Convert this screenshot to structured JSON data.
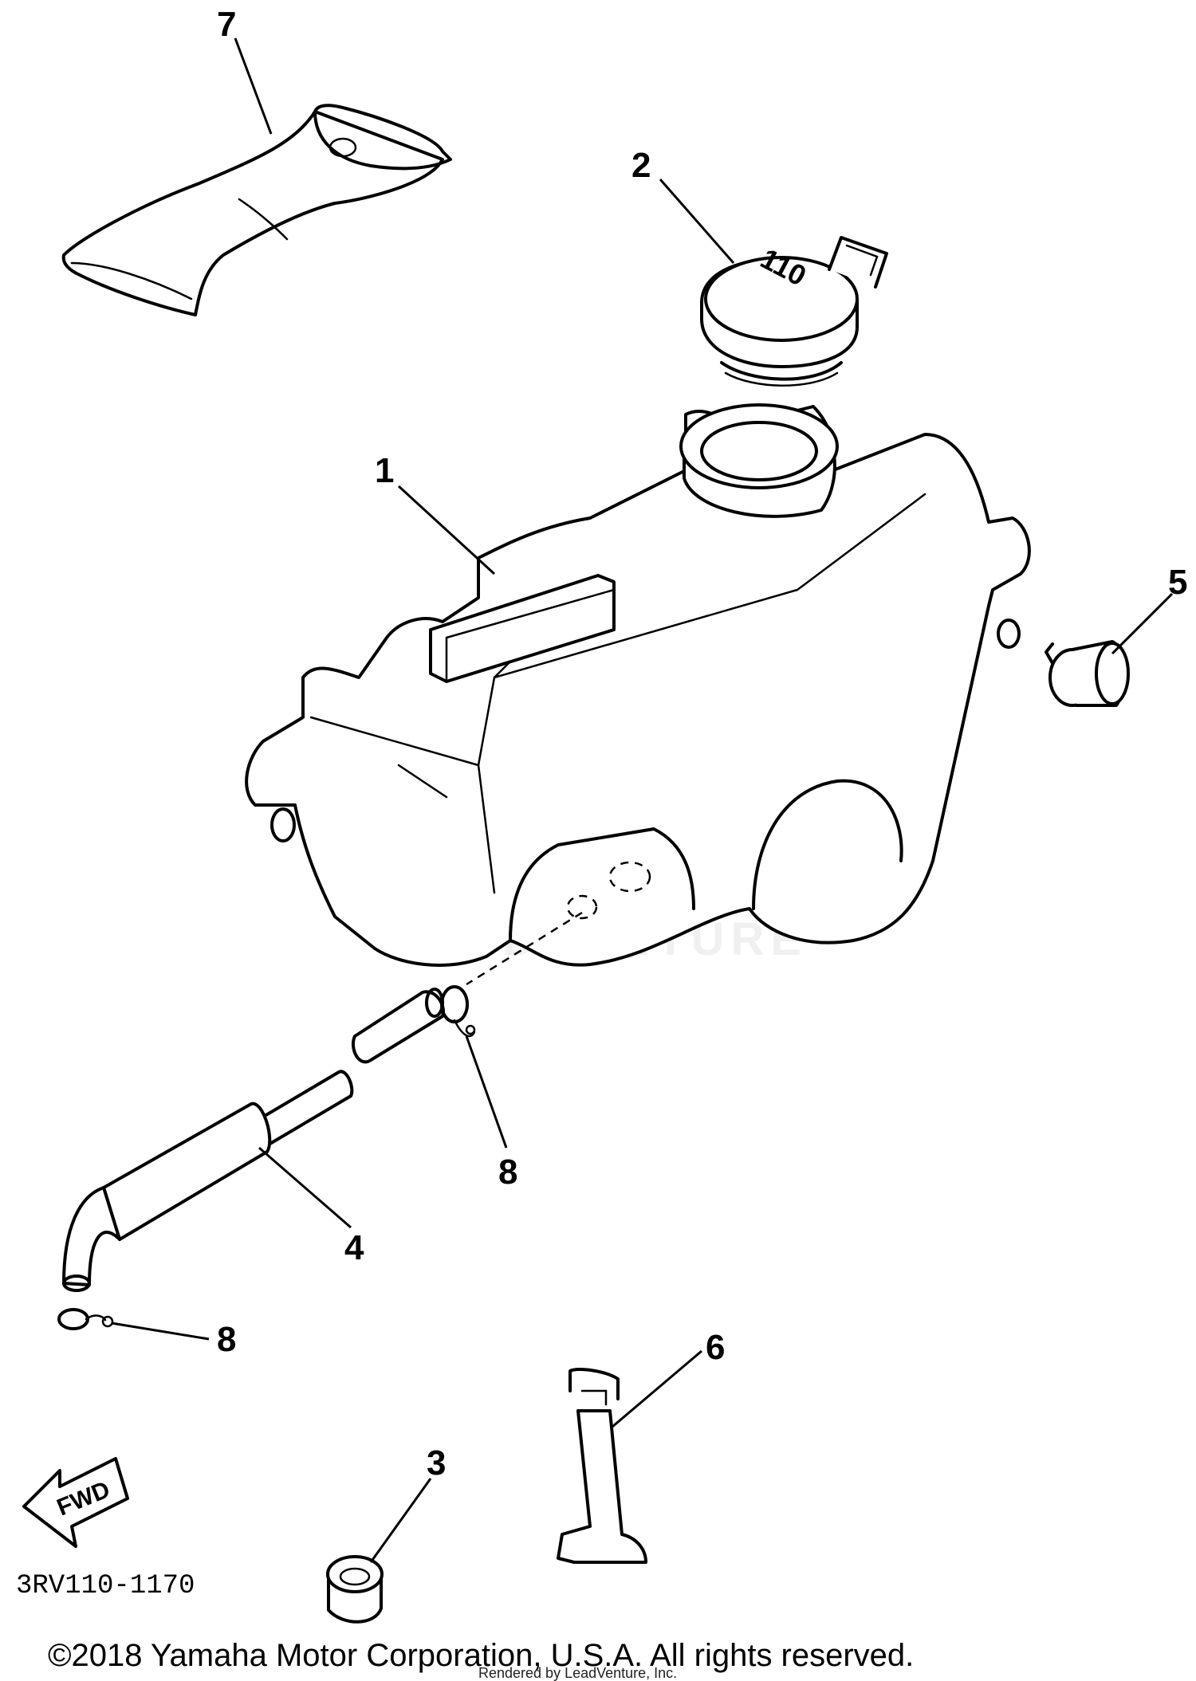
{
  "diagram": {
    "callouts": [
      {
        "id": "1",
        "label": "1"
      },
      {
        "id": "2",
        "label": "2"
      },
      {
        "id": "3",
        "label": "3"
      },
      {
        "id": "4",
        "label": "4"
      },
      {
        "id": "5",
        "label": "5"
      },
      {
        "id": "6",
        "label": "6"
      },
      {
        "id": "7",
        "label": "7"
      },
      {
        "id": "8a",
        "label": "8"
      },
      {
        "id": "8b",
        "label": "8"
      }
    ],
    "cap_marking": "110",
    "fwd_label": "FWD",
    "diagram_code": "3RV110-1170",
    "watermark_text": "LEADVENTURE",
    "copyright": "©2018 Yamaha Motor Corporation, U.S.A. All rights reserved.",
    "rendered_by": "Rendered by LeadVenture, Inc."
  }
}
